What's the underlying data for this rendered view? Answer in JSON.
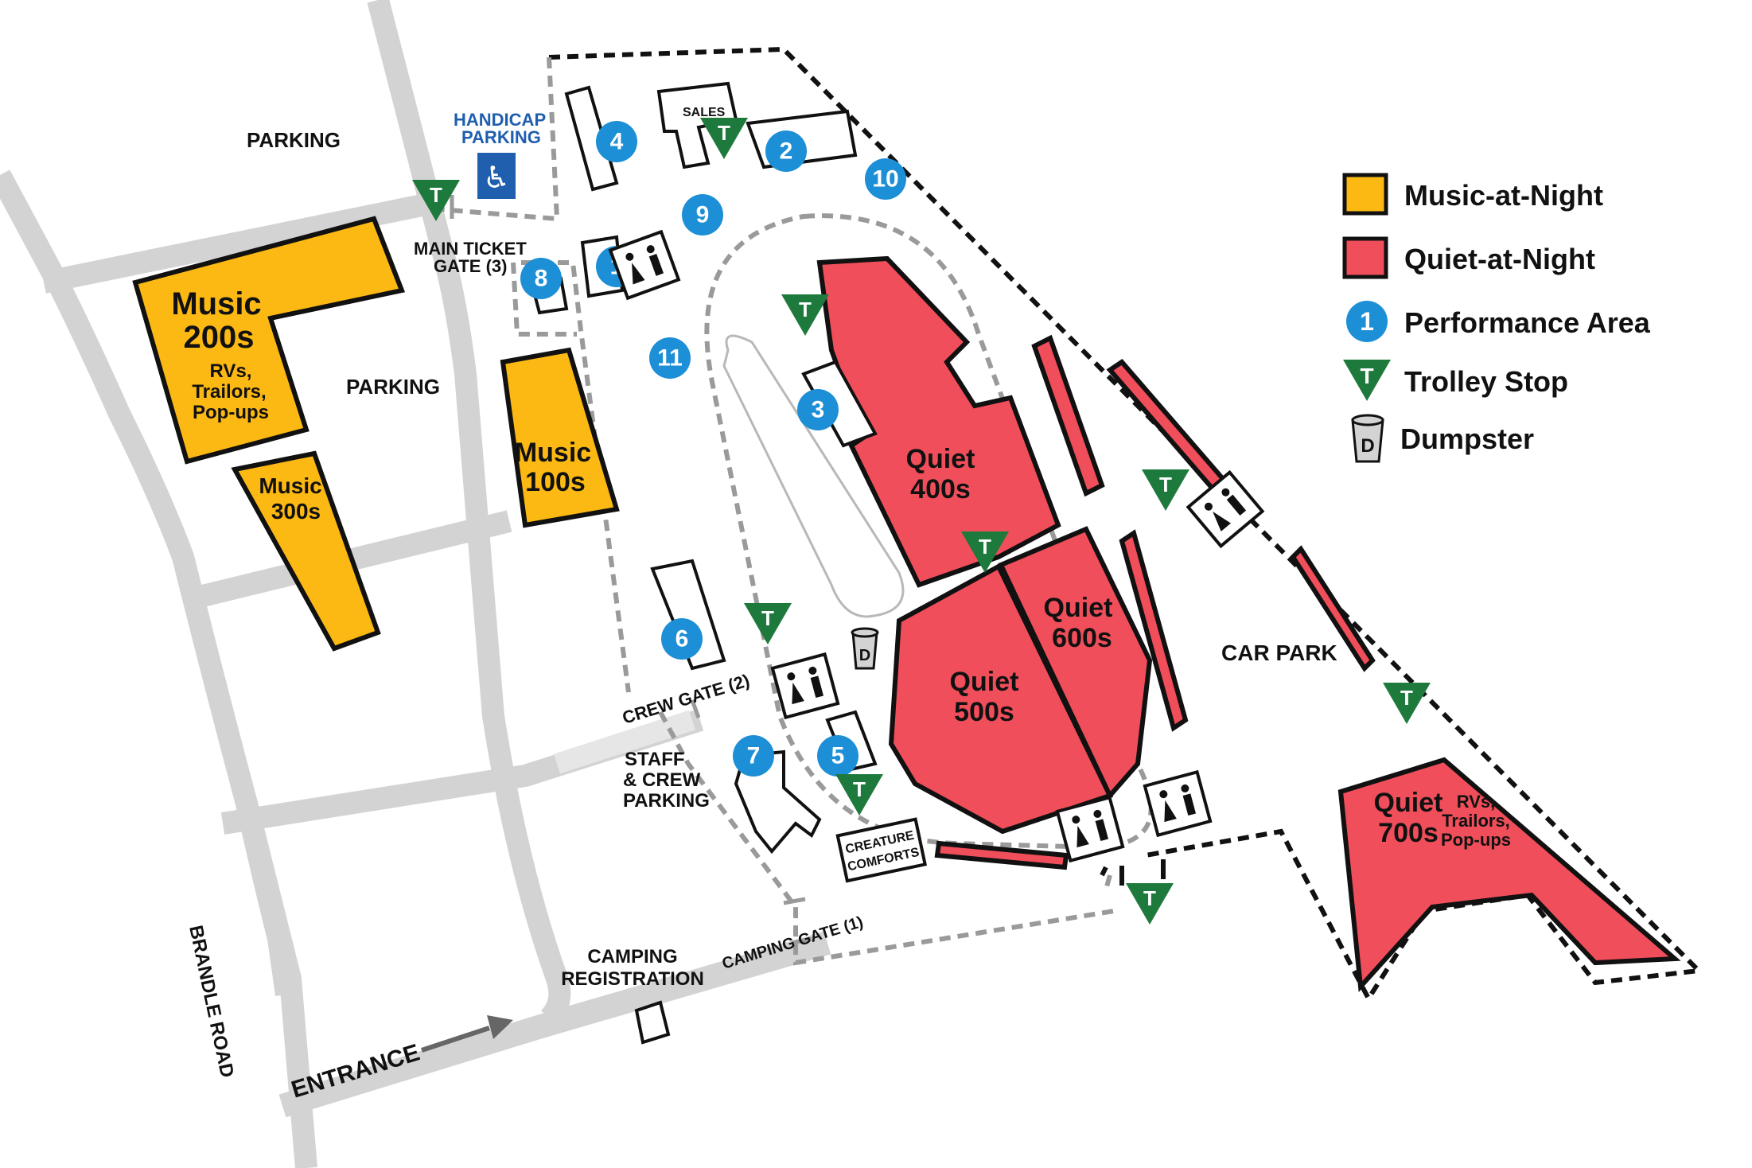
{
  "colors": {
    "music": "#FDB913",
    "quiet": "#EF4E5A",
    "performance": "#1C8FD6",
    "trolley": "#1E7A3C",
    "road": "#D3D3D3",
    "handicap": "#1F5FAE"
  },
  "labels": {
    "parking_top": "PARKING",
    "parking_mid": "PARKING",
    "handicap_line1": "HANDICAP",
    "handicap_line2": "PARKING",
    "main_gate_line1": "MAIN TICKET",
    "main_gate_line2": "GATE (3)",
    "sales": "SALES",
    "crew_gate": "CREW GATE (2)",
    "staff_line1": "STAFF",
    "staff_line2": "& CREW",
    "staff_line3": "PARKING",
    "creature_line1": "CREATURE",
    "creature_line2": "COMFORTS",
    "camping_reg_line1": "CAMPING",
    "camping_reg_line2": "REGISTRATION",
    "camping_gate": "CAMPING GATE (1)",
    "entrance": "ENTRANCE",
    "brandle_road": "BRANDLE ROAD",
    "car_park": "CAR PARK",
    "trolley_letter": "T",
    "dumpster_letter": "D",
    "handicap_icon": "♿"
  },
  "zones": {
    "music200": {
      "l1": "Music",
      "l2": "200s",
      "l3": "RVs,",
      "l4": "Trailors,",
      "l5": "Pop-ups"
    },
    "music300": {
      "l1": "Music",
      "l2": "300s"
    },
    "music100": {
      "l1": "Music",
      "l2": "100s"
    },
    "quiet400": {
      "l1": "Quiet",
      "l2": "400s"
    },
    "quiet500": {
      "l1": "Quiet",
      "l2": "500s"
    },
    "quiet600": {
      "l1": "Quiet",
      "l2": "600s"
    },
    "quiet700": {
      "l1": "Quiet",
      "l2": "700s",
      "l3": "RVs,",
      "l4": "Trailors,",
      "l5": "Pop-ups"
    }
  },
  "performance_areas": [
    "1",
    "2",
    "3",
    "4",
    "5",
    "6",
    "7",
    "8",
    "9",
    "10",
    "11"
  ],
  "legend": {
    "music": "Music-at-Night",
    "quiet": "Quiet-at-Night",
    "performance": "Performance Area",
    "performance_sample": "1",
    "trolley": "Trolley Stop",
    "dumpster": "Dumpster"
  },
  "icons": {
    "trolley": "trolley-stop-icon",
    "restroom": "restroom-icon",
    "dumpster": "dumpster-icon",
    "handicap": "wheelchair-icon",
    "arrow": "arrow-right-icon"
  }
}
